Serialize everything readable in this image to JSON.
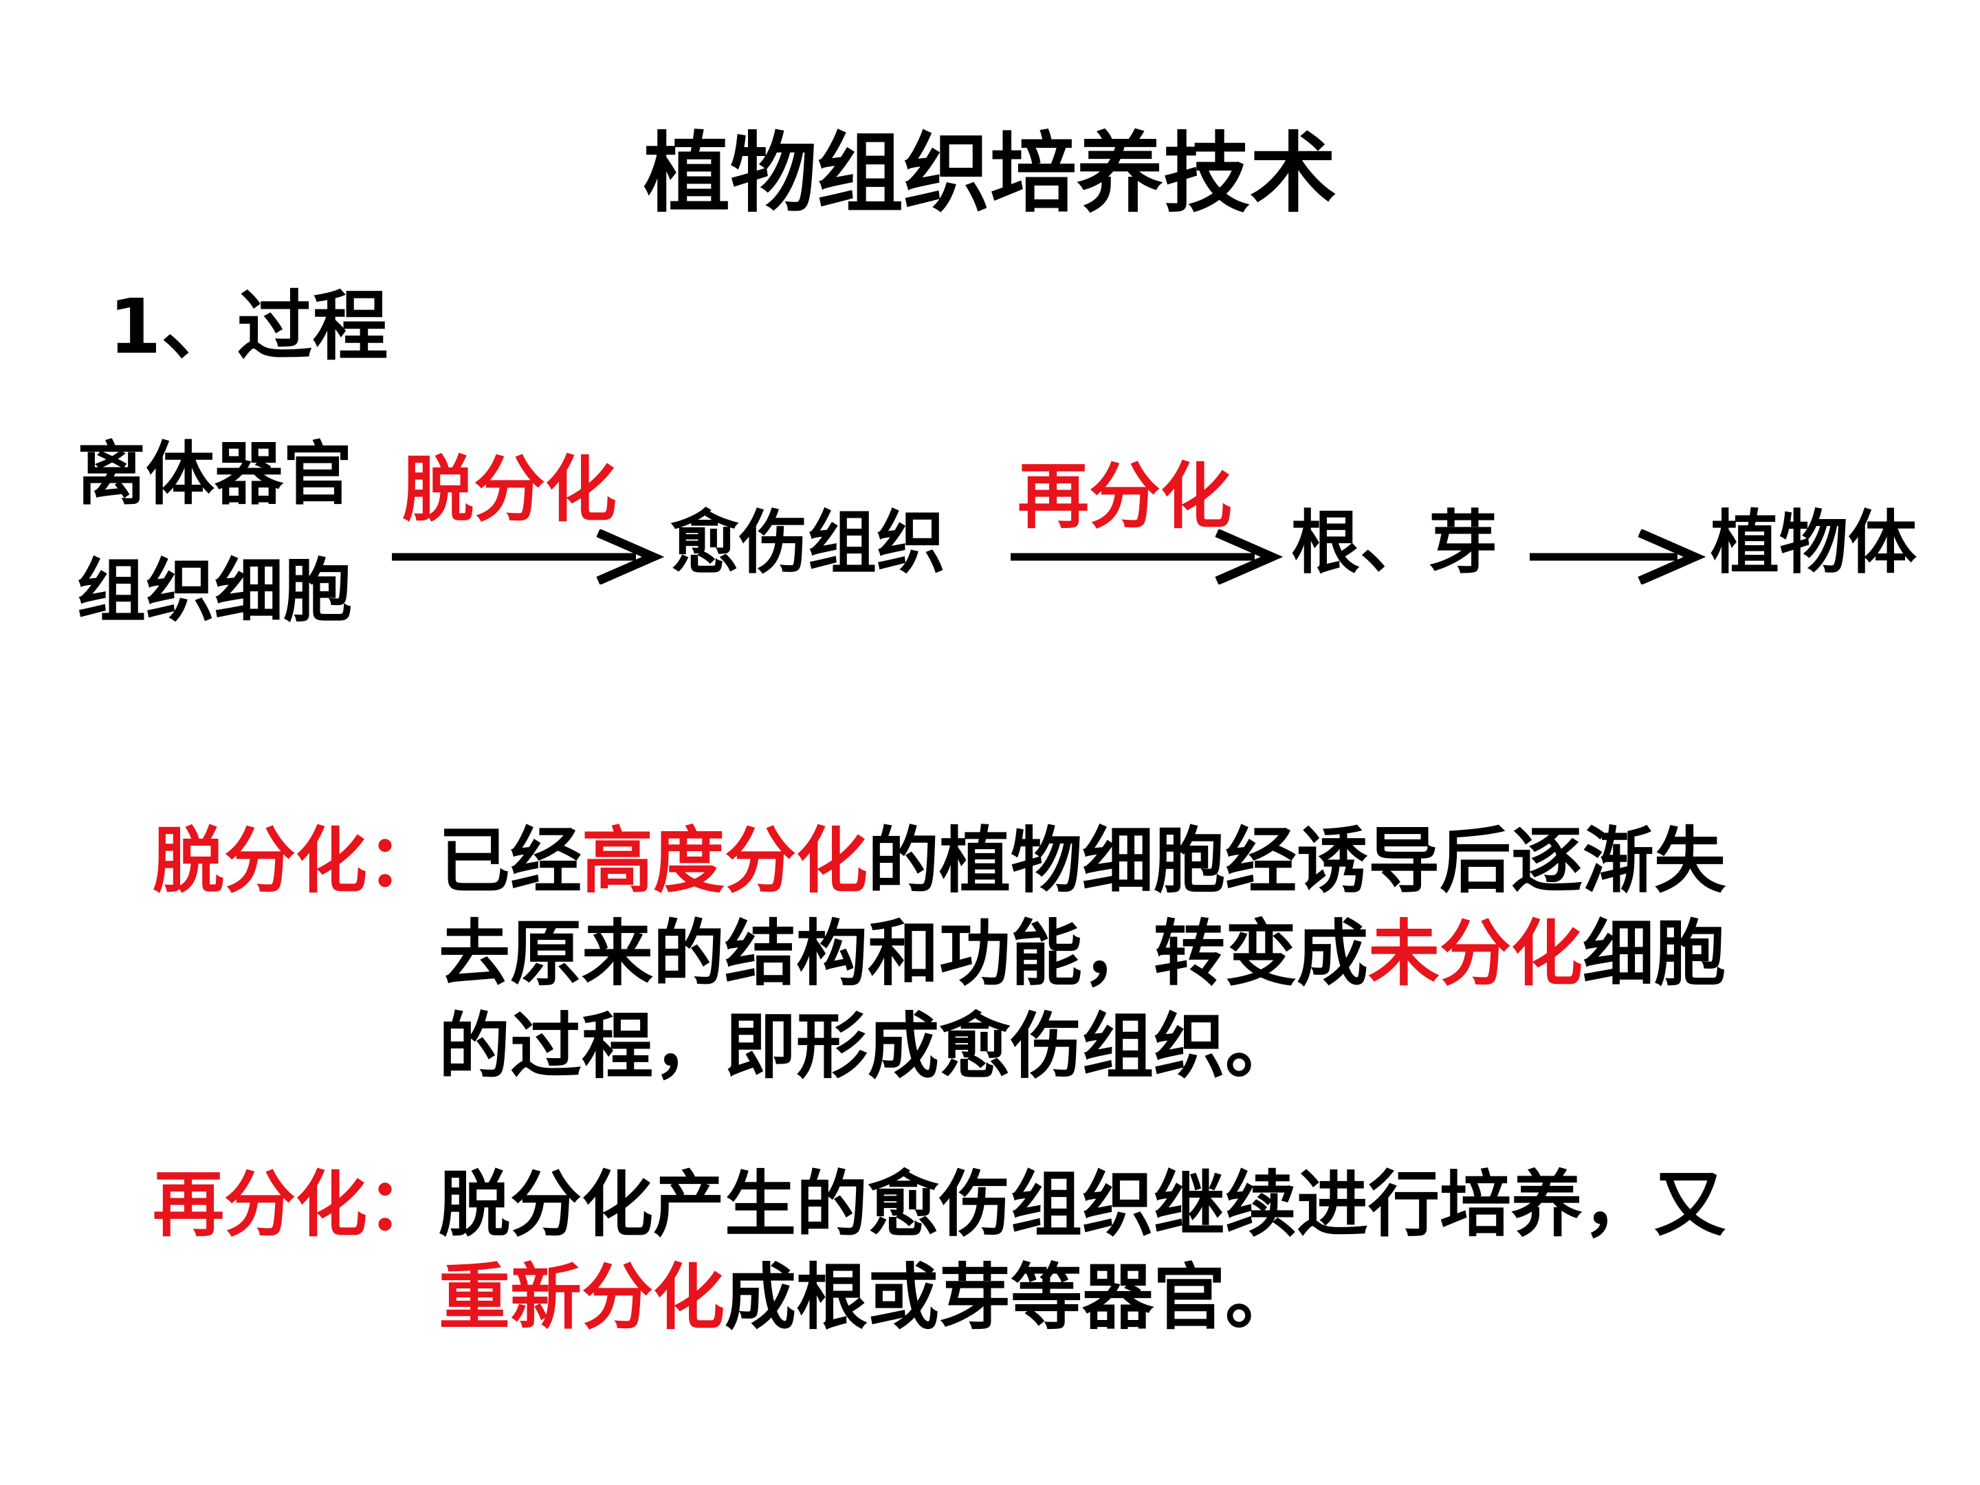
{
  "title": "植物组织培养技术",
  "section": "1、过程",
  "flow": {
    "source_line1": "离体器官",
    "source_line2": "组织细胞",
    "step1_label": "脱分化",
    "node2": "愈伤组织",
    "step2_label": "再分化",
    "node3": "根、芽",
    "node4": "植物体"
  },
  "definitions": [
    {
      "term": "脱分化：",
      "lines": [
        [
          {
            "text": "已经"
          },
          {
            "text": "高度分化",
            "highlight": true
          },
          {
            "text": "的植物细胞经诱导后逐渐失"
          }
        ],
        [
          {
            "text": "去原来的结构和功能，转变成"
          },
          {
            "text": "未分化",
            "highlight": true
          },
          {
            "text": "细胞"
          }
        ],
        [
          {
            "text": "的过程，即形成愈伤组织。"
          }
        ]
      ]
    },
    {
      "term": "再分化：",
      "lines": [
        [
          {
            "text": "脱分化产生的愈伤组织继续进行培养，又"
          }
        ],
        [
          {
            "text": "重新分化",
            "highlight": true
          },
          {
            "text": "成根或芽等器官。"
          }
        ]
      ]
    }
  ],
  "colors": {
    "highlight": "#e8131b",
    "text": "#000000",
    "background": "#ffffff"
  }
}
